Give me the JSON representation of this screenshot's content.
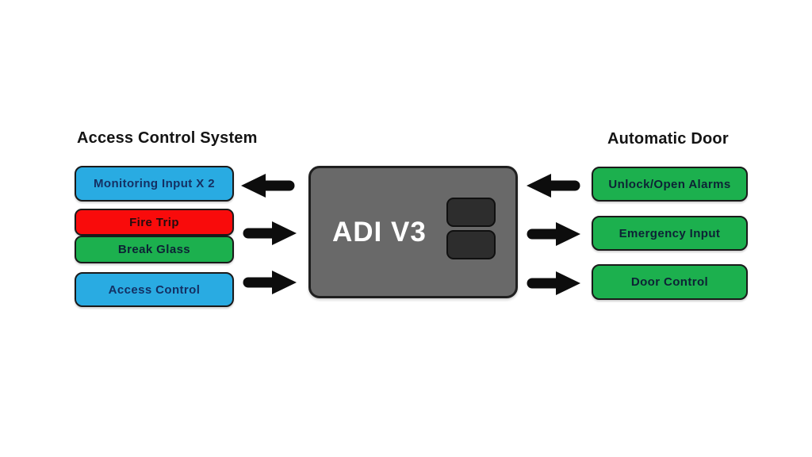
{
  "left_panel": {
    "title": "Access Control System",
    "boxes": [
      {
        "label": "Monitoring Input X 2",
        "fill": "#29ABE2",
        "text_color": "#143063"
      },
      {
        "label": "Fire Trip",
        "fill": "#F90B0B",
        "text_color": "#230c0e"
      },
      {
        "label": "Break Glass",
        "fill": "#1CB04E",
        "text_color": "#0d2235"
      },
      {
        "label": "Access Control",
        "fill": "#29ABE2",
        "text_color": "#143063"
      }
    ]
  },
  "center_unit": {
    "label": "ADI V3",
    "fill": "#696969",
    "text_color": "#ffffff",
    "ports": {
      "count": 2,
      "fill": "#2D2D2D"
    }
  },
  "right_panel": {
    "title": "Automatic Door",
    "boxes": [
      {
        "label": "Unlock/Open Alarms",
        "fill": "#1CB04E",
        "text_color": "#0d2235"
      },
      {
        "label": "Emergency Input",
        "fill": "#1CB04E",
        "text_color": "#0d2235"
      },
      {
        "label": "Door Control",
        "fill": "#1CB04E",
        "text_color": "#0d2235"
      }
    ]
  },
  "arrows": [
    {
      "from": "ADI V3",
      "to": "Monitoring Input X 2",
      "direction": "left"
    },
    {
      "from": "Fire Trip / Break Glass",
      "to": "ADI V3",
      "direction": "right"
    },
    {
      "from": "Access Control",
      "to": "ADI V3",
      "direction": "right"
    },
    {
      "from": "Unlock/Open Alarms",
      "to": "ADI V3",
      "direction": "left"
    },
    {
      "from": "ADI V3",
      "to": "Emergency Input",
      "direction": "right"
    },
    {
      "from": "ADI V3",
      "to": "Door Control",
      "direction": "right"
    }
  ],
  "colors": {
    "background": "#ffffff",
    "arrow": "#0d0d0d",
    "box_border": "#1a1a1a"
  }
}
